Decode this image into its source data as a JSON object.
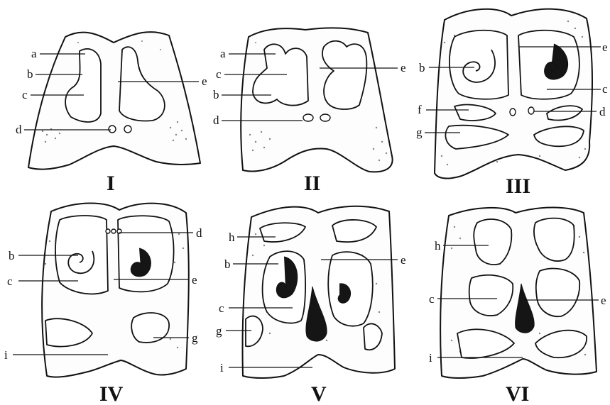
{
  "panels": [
    {
      "id": "I",
      "numeral": "I",
      "labels": [
        "a",
        "b",
        "c",
        "d",
        "e"
      ]
    },
    {
      "id": "II",
      "numeral": "II",
      "labels": [
        "a",
        "c",
        "b",
        "d",
        "e"
      ]
    },
    {
      "id": "III",
      "numeral": "III",
      "labels": [
        "b",
        "f",
        "g",
        "e",
        "c",
        "d"
      ]
    },
    {
      "id": "IV",
      "numeral": "IV",
      "labels": [
        "d",
        "b",
        "c",
        "e",
        "g",
        "i"
      ]
    },
    {
      "id": "V",
      "numeral": "V",
      "labels": [
        "h",
        "b",
        "c",
        "g",
        "i",
        "e"
      ]
    },
    {
      "id": "VI",
      "numeral": "VI",
      "labels": [
        "h",
        "c",
        "i",
        "e"
      ]
    }
  ],
  "colors": {
    "ink": "#111111",
    "paper": "#ffffff",
    "stipple": "#222222"
  }
}
